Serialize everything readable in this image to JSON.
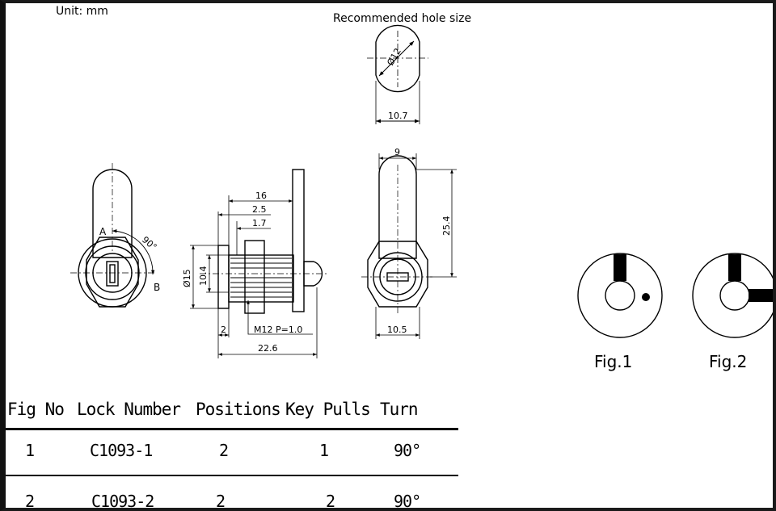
{
  "unit_label": "Unit: mm",
  "recommended_hole": {
    "title": "Recommended hole size",
    "diameter": "Ø12",
    "flat_width": "10.7"
  },
  "front_view": {
    "label_a": "A",
    "label_b": "B",
    "angle": "90°"
  },
  "side_view": {
    "dim_16": "16",
    "dim_2_5": "2.5",
    "dim_1_7": "1.7",
    "dim_15": "Ø15",
    "dim_10_4": "10.4",
    "dim_2": "2",
    "thread": "M12  P=1.0",
    "dim_22_6": "22.6"
  },
  "rear_view": {
    "dim_9": "9",
    "dim_25_4": "25.4",
    "dim_10_5": "10.5"
  },
  "figures": {
    "fig1": "Fig.1",
    "fig2": "Fig.2"
  },
  "table": {
    "headers": [
      "Fig No",
      "Lock Number",
      "Positions",
      "Key Pulls",
      "Turn"
    ],
    "rows": [
      [
        "1",
        "C1093-1",
        "2",
        "1",
        "90°"
      ],
      [
        "2",
        "C1093-2",
        "2",
        "2",
        "90°"
      ]
    ]
  }
}
